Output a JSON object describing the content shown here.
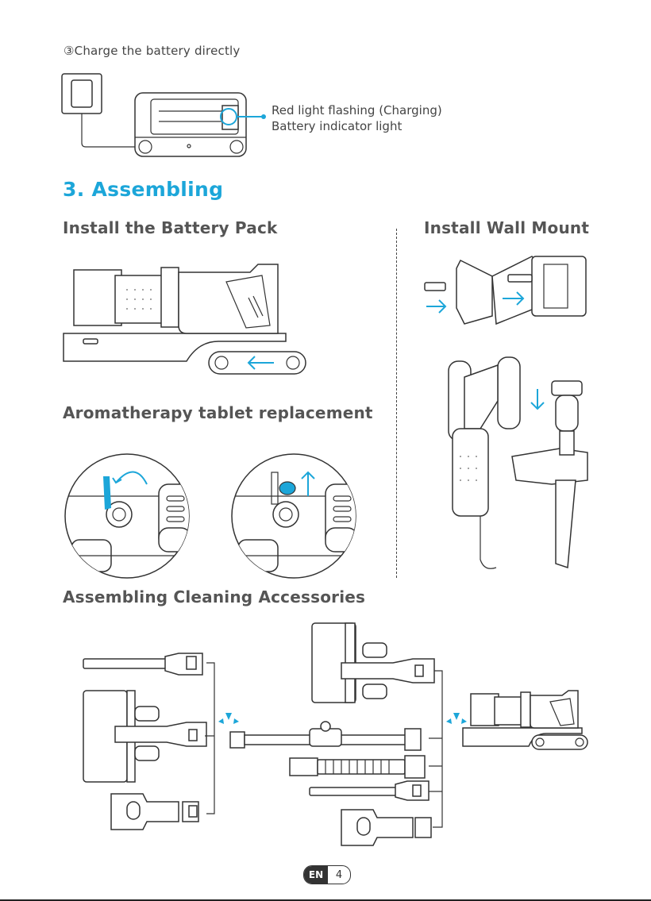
{
  "charge_step": {
    "title": "③Charge the battery directly",
    "indicator_label_1": "Red light flashing (Charging)",
    "indicator_label_2": "Battery indicator light"
  },
  "assembling": {
    "title": "3. Assembling",
    "battery_pack_title": "Install the Battery Pack",
    "wall_mount_title": "Install Wall Mount",
    "aroma_title": "Aromatherapy tablet replacement",
    "accessories_title": "Assembling Cleaning Accessories"
  },
  "footer": {
    "lang": "EN",
    "page": "4"
  },
  "colors": {
    "accent": "#1ca6d9",
    "line": "#333333"
  }
}
